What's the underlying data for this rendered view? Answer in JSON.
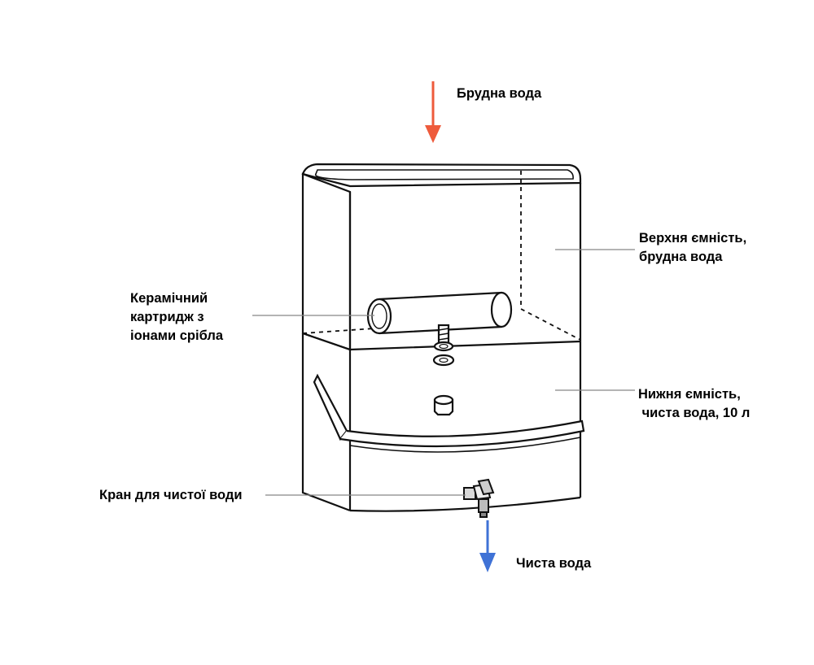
{
  "labels": {
    "dirty_in": "Брудна вода",
    "upper_tank": [
      "Верхня ємність,",
      "брудна вода"
    ],
    "cartridge": [
      "Керамічний",
      "картридж з",
      "іонами срібла"
    ],
    "lower_tank": [
      "Нижня ємність,",
      " чиста вода, 10 л"
    ],
    "tap": "Кран для чистої води",
    "clean_out": "Чиста вода"
  },
  "colors": {
    "dirty_arrow": "#ee5b3c",
    "clean_arrow": "#3f72d6",
    "outline": "#111111",
    "leader": "#888888"
  },
  "icons": {
    "dirty_arrow": "arrow-down-icon",
    "clean_arrow": "arrow-down-icon"
  }
}
